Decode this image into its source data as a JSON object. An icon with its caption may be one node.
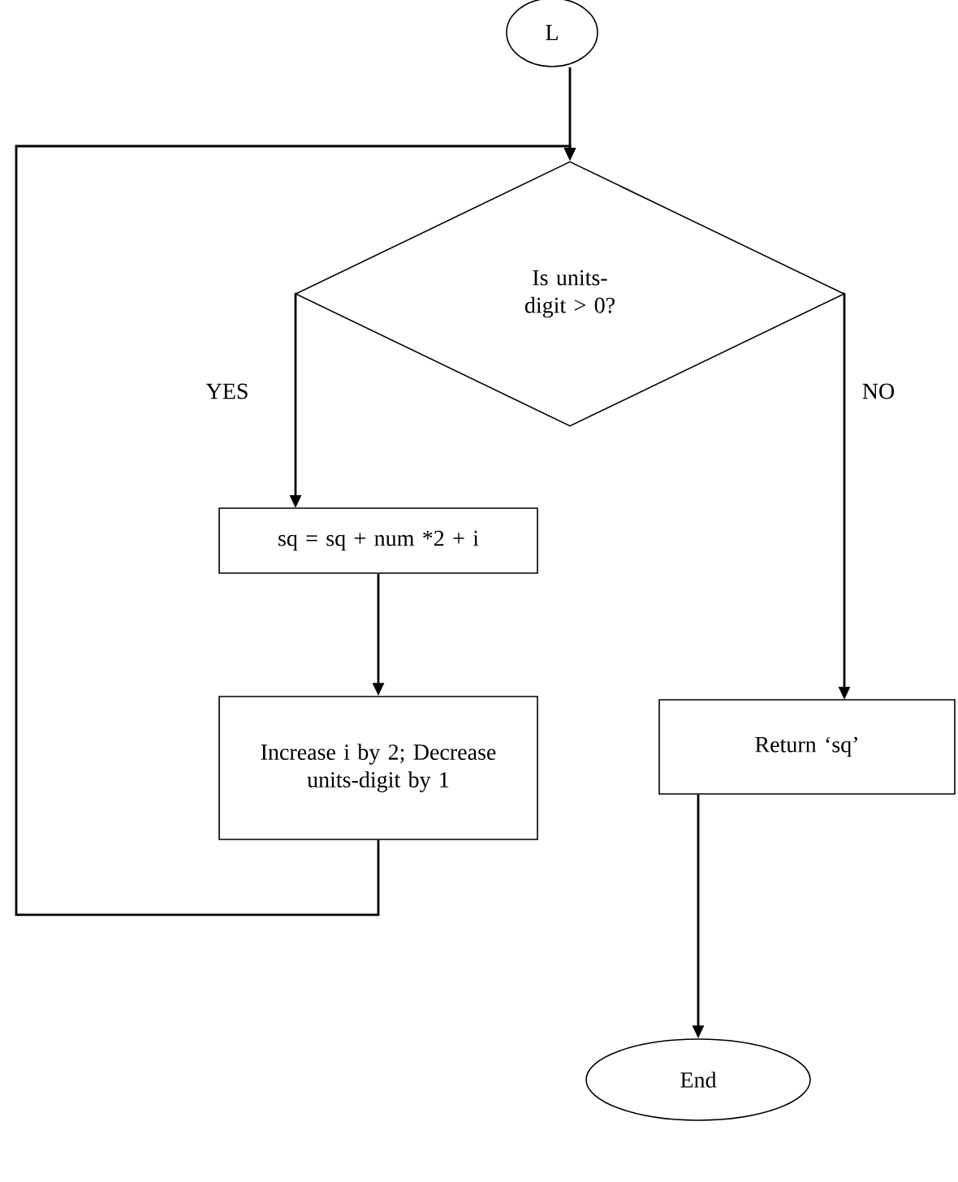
{
  "diagram": {
    "nodes": [
      {
        "text": [
          "L"
        ]
      },
      {
        "text": [
          "Is units-digit > 0?"
        ]
      },
      {
        "text": [
          "sq = sq + num *2 + i"
        ]
      },
      {
        "text": [
          "Increase i by 2; Decrease units-digit by 1"
        ]
      },
      {
        "text": [
          "Return ‘sq’"
        ]
      },
      {
        "text": [
          "End"
        ]
      }
    ],
    "edges": [
      {
        "from": 0,
        "to": 1,
        "arrow": "to"
      },
      {
        "from": 1,
        "to": 2,
        "arrow": "to",
        "label": "YES"
      },
      {
        "from": 2,
        "to": 3,
        "arrow": "to"
      },
      {
        "from": 3,
        "to": 1,
        "arrow": "to"
      },
      {
        "from": 1,
        "to": 4,
        "arrow": "to",
        "label": "NO"
      },
      {
        "from": 4,
        "to": 5,
        "arrow": "to"
      }
    ]
  }
}
